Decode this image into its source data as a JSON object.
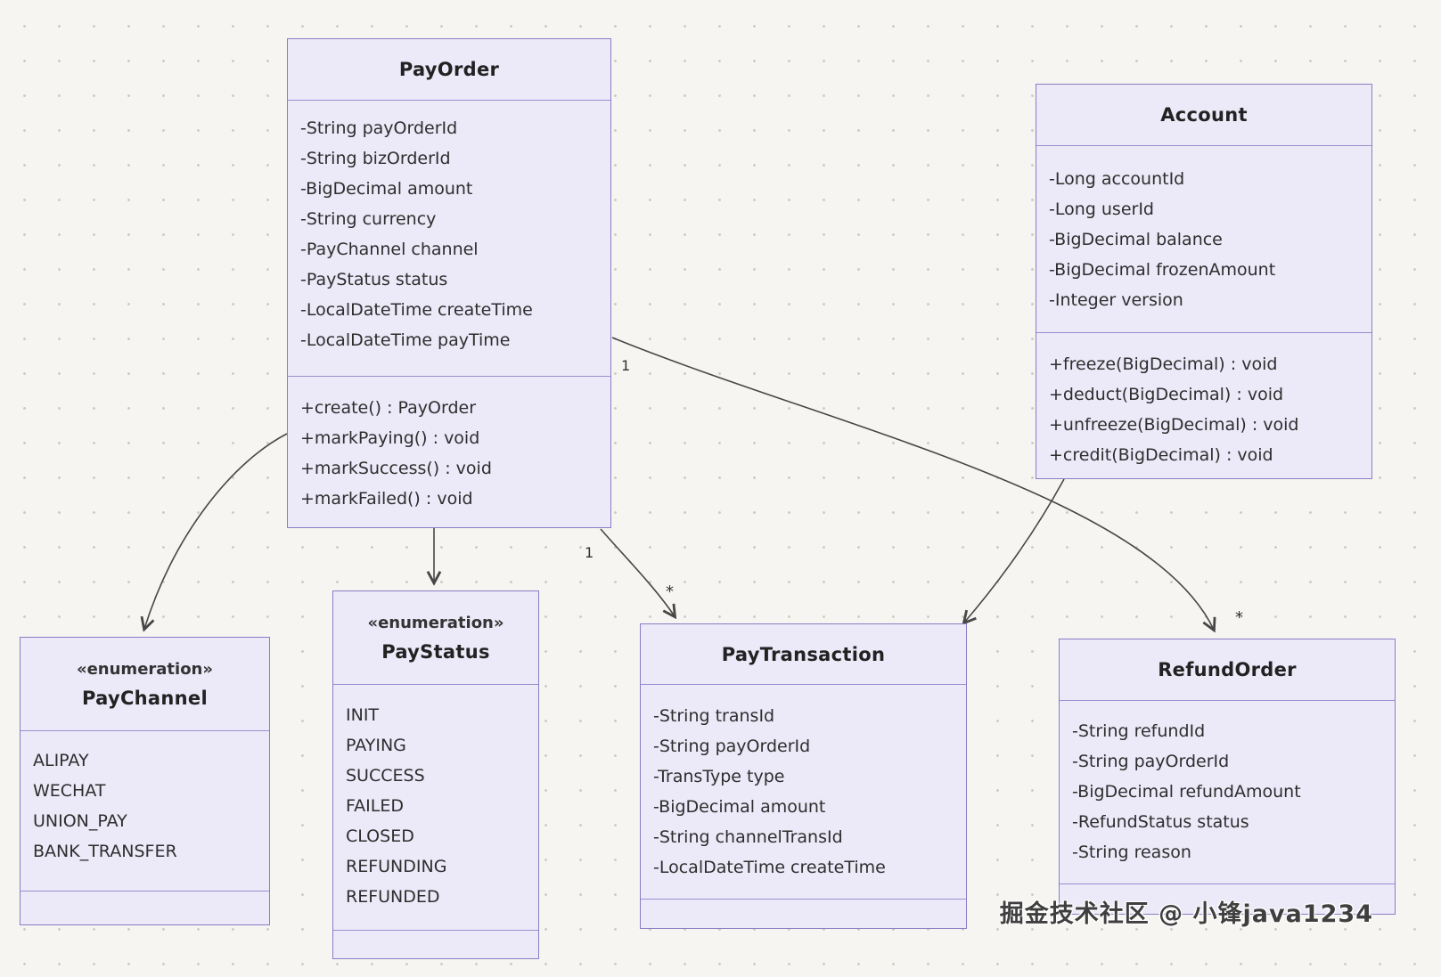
{
  "diagram_type": "uml-class-diagram",
  "colors": {
    "box_fill": "#ece9f8",
    "box_border": "#8a7dc5",
    "edge": "#474747",
    "background": "#f7f5f1",
    "text": "#2e2e2e"
  },
  "classes": {
    "pay_order": {
      "title": "PayOrder",
      "attributes": [
        "-String payOrderId",
        "-String bizOrderId",
        "-BigDecimal amount",
        "-String currency",
        "-PayChannel channel",
        "-PayStatus status",
        "-LocalDateTime createTime",
        "-LocalDateTime payTime"
      ],
      "methods": [
        "+create() : PayOrder",
        "+markPaying() : void",
        "+markSuccess() : void",
        "+markFailed() : void"
      ]
    },
    "account": {
      "title": "Account",
      "attributes": [
        "-Long accountId",
        "-Long userId",
        "-BigDecimal balance",
        "-BigDecimal frozenAmount",
        "-Integer version"
      ],
      "methods": [
        "+freeze(BigDecimal) : void",
        "+deduct(BigDecimal) : void",
        "+unfreeze(BigDecimal) : void",
        "+credit(BigDecimal) : void"
      ]
    },
    "pay_channel": {
      "stereotype": "«enumeration»",
      "title": "PayChannel",
      "values": [
        "ALIPAY",
        "WECHAT",
        "UNION_PAY",
        "BANK_TRANSFER"
      ]
    },
    "pay_status": {
      "stereotype": "«enumeration»",
      "title": "PayStatus",
      "values": [
        "INIT",
        "PAYING",
        "SUCCESS",
        "FAILED",
        "CLOSED",
        "REFUNDING",
        "REFUNDED"
      ]
    },
    "pay_transaction": {
      "title": "PayTransaction",
      "attributes": [
        "-String transId",
        "-String payOrderId",
        "-TransType type",
        "-BigDecimal amount",
        "-String channelTransId",
        "-LocalDateTime createTime"
      ]
    },
    "refund_order": {
      "title": "RefundOrder",
      "attributes": [
        "-String refundId",
        "-String payOrderId",
        "-BigDecimal refundAmount",
        "-RefundStatus status",
        "-String reason"
      ]
    }
  },
  "relations": [
    {
      "from": "PayOrder",
      "to": "PayChannel",
      "from_label": "",
      "to_label": ""
    },
    {
      "from": "PayOrder",
      "to": "PayStatus",
      "from_label": "",
      "to_label": ""
    },
    {
      "from": "PayOrder",
      "to": "PayTransaction",
      "from_label": "1",
      "to_label": "*"
    },
    {
      "from": "PayOrder",
      "to": "RefundOrder",
      "from_label": "1",
      "to_label": "*"
    },
    {
      "from": "Account",
      "to": "PayTransaction",
      "from_label": "",
      "to_label": ""
    }
  ],
  "watermark": "掘金技术社区 @ 小锋java1234"
}
